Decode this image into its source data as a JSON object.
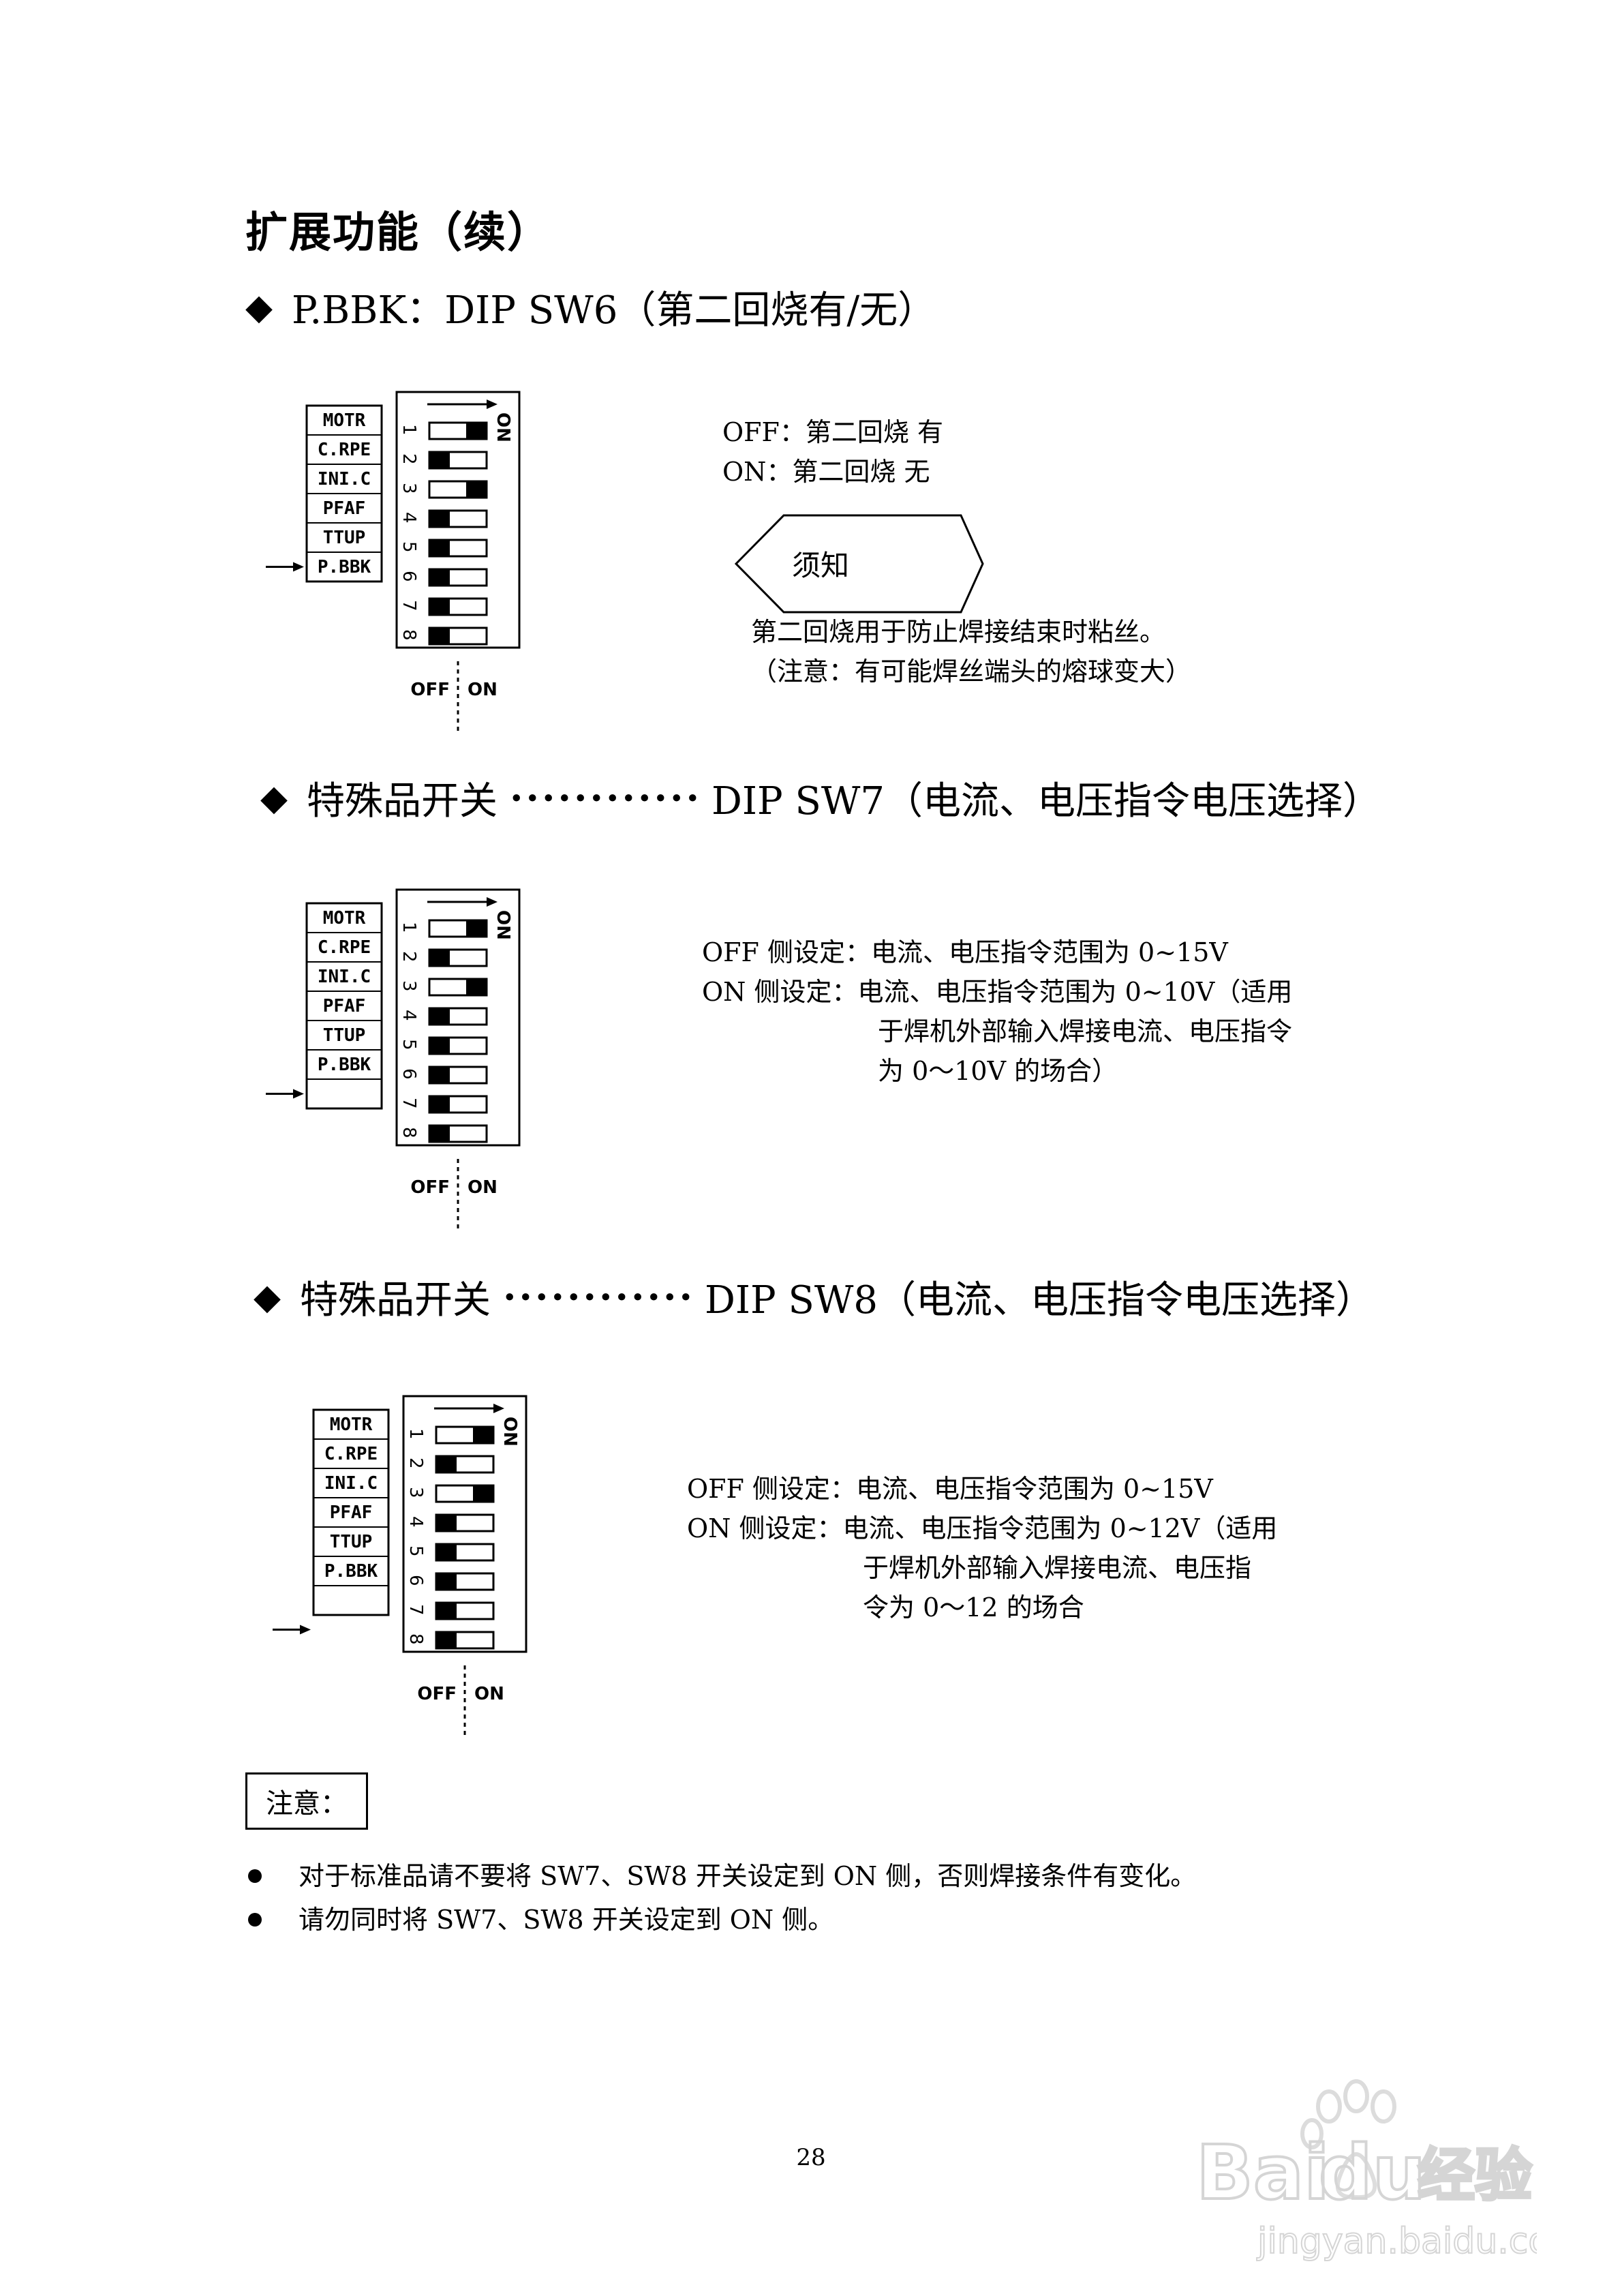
{
  "page": {
    "title": "扩展功能（续）",
    "page_number": "28"
  },
  "sections": [
    {
      "heading": "P.BBK：DIP SW6（第二回烧有/无）",
      "desc_lines": [
        "OFF：第二回烧  有",
        "ON：第二回烧  无"
      ],
      "notice_label": "须知",
      "notice_lines": [
        "第二回烧用于防止焊接结束时粘丝。",
        "（注意：有可能焊丝端头的熔球变大）"
      ]
    },
    {
      "heading_left": "特殊品开关",
      "heading_dots": "············",
      "heading_right": "DIP SW7（电流、电压指令电压选择）",
      "desc_lines": [
        "OFF 侧设定：电流、电压指令范围为 0~15V",
        "ON  侧设定：电流、电压指令范围为 0~10V（适用",
        "于焊机外部输入焊接电流、电压指令",
        "为 0～10V 的场合）"
      ]
    },
    {
      "heading_left": "特殊品开关",
      "heading_dots": "············",
      "heading_right": "DIP SW8（电流、电压指令电压选择）",
      "desc_lines": [
        "OFF 侧设定：电流、电压指令范围为 0~15V",
        "ON  侧设定：电流、电压指令范围为 0~12V（适用",
        "于焊机外部输入焊接电流、电压指",
        "令为 0～12 的场合"
      ]
    }
  ],
  "dip_diagram": {
    "labels": [
      "MOTR",
      "C.RPE",
      "INI.C",
      "PFAF",
      "TTUP",
      "P.BBK"
    ],
    "numbers": [
      "1",
      "2",
      "3",
      "4",
      "5",
      "6",
      "7",
      "8"
    ],
    "on_label": "ON",
    "off_label": "OFF",
    "bottom_on": "ON",
    "switch_states": [
      "on",
      "off",
      "on",
      "off",
      "off",
      "off",
      "off",
      "off"
    ]
  },
  "notice": {
    "label": "注意：",
    "items": [
      "对于标准品请不要将 SW7、SW8 开关设定到 ON 侧，否则焊接条件有变化。",
      "请勿同时将 SW7、SW8 开关设定到 ON 侧。"
    ]
  },
  "watermark": {
    "brand": "Bai",
    "brand2": "du",
    "brand_cn": "经验",
    "url": "jingyan.baidu.com"
  }
}
